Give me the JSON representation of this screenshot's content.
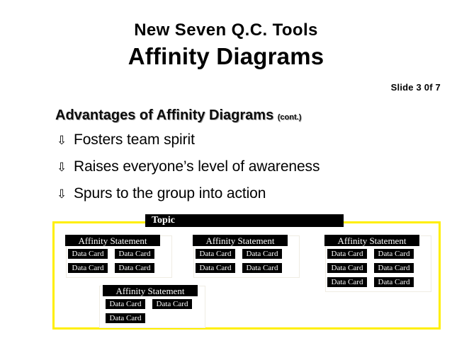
{
  "slide": {
    "title_line1": "New Seven Q.C. Tools",
    "title_line2": "Affinity Diagrams",
    "counter": "Slide 3 0f 7",
    "section_heading": "Advantages of Affinity Diagrams",
    "section_heading_suffix": "(cont.)",
    "bullet_glyph": "⇩",
    "bullets": [
      {
        "glyph": "⇩",
        "text": "Fosters team spirit"
      },
      {
        "glyph": "⇩",
        "text": "Raises everyone’s level of awareness"
      },
      {
        "glyph": "⇩",
        "text": "Spurs to the group into action"
      }
    ]
  },
  "diagram": {
    "border_color": "#ffef00",
    "box_fill": "#000000",
    "box_text_color": "#ffffff",
    "group_outline_color": "#efece3",
    "topic_label": "Topic",
    "groups": [
      {
        "statement": "Affinity Statement",
        "cards": [
          "Data Card",
          "Data Card",
          "Data Card",
          "Data Card"
        ]
      },
      {
        "statement": "Affinity Statement",
        "cards": [
          "Data Card",
          "Data Card",
          "Data Card",
          "Data Card"
        ]
      },
      {
        "statement": "Affinity Statement",
        "cards": [
          "Data Card",
          "Data Card",
          "Data Card",
          "Data Card",
          "Data Card",
          "Data Card"
        ]
      },
      {
        "statement": "Affinity Statement",
        "cards": [
          "Data Card",
          "Data Card",
          "Data Card"
        ]
      }
    ]
  }
}
